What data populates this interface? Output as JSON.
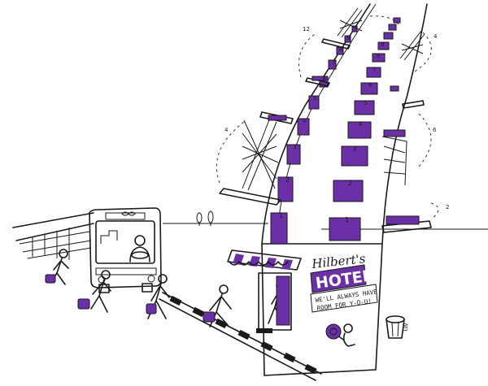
{
  "sign": {
    "name": "Hilbert's",
    "title": "HOTEL",
    "slogan_line1": "WE'LL ALWAYS HAVE",
    "slogan_line2": "ROOM FOR Y-O-U!"
  },
  "room_numbers": [
    "1",
    "2",
    "3",
    "4",
    "5",
    "6",
    "7",
    "8",
    "9"
  ],
  "move_labels": {
    "left_lower": "4",
    "left_upper": "12",
    "right_lower": "2",
    "right_mid": "6",
    "right_top": "4"
  },
  "signature": "LW",
  "colors": {
    "accent": "#6b2fa8",
    "ink": "#1a1a1a",
    "background": "#ffffff"
  }
}
